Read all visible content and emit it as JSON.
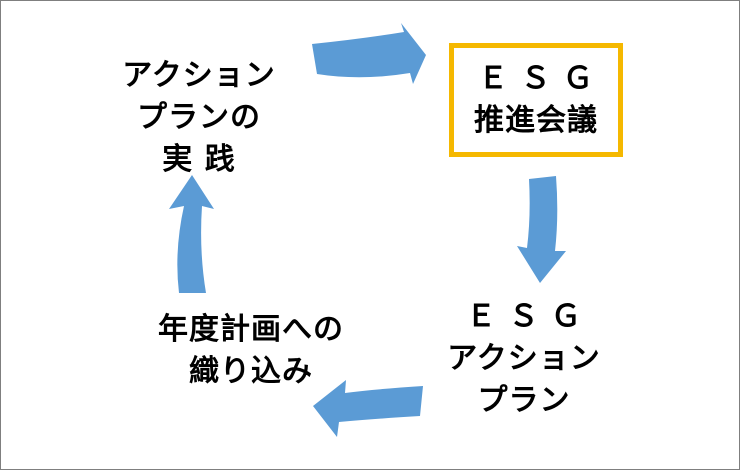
{
  "diagram": {
    "arrow_color": "#5b9bd5",
    "highlight_border_color": "#f5b800",
    "nodes": {
      "meeting": {
        "lines": [
          "Ｅ Ｓ Ｇ",
          "推進会議"
        ]
      },
      "plan": {
        "lines": [
          "Ｅ Ｓ Ｇ",
          "アクション",
          "プラン"
        ]
      },
      "budget": {
        "lines": [
          "年度計画への",
          "織り込み"
        ]
      },
      "practice": {
        "lines": [
          "アクション",
          "プランの",
          "実 践"
        ]
      }
    }
  }
}
